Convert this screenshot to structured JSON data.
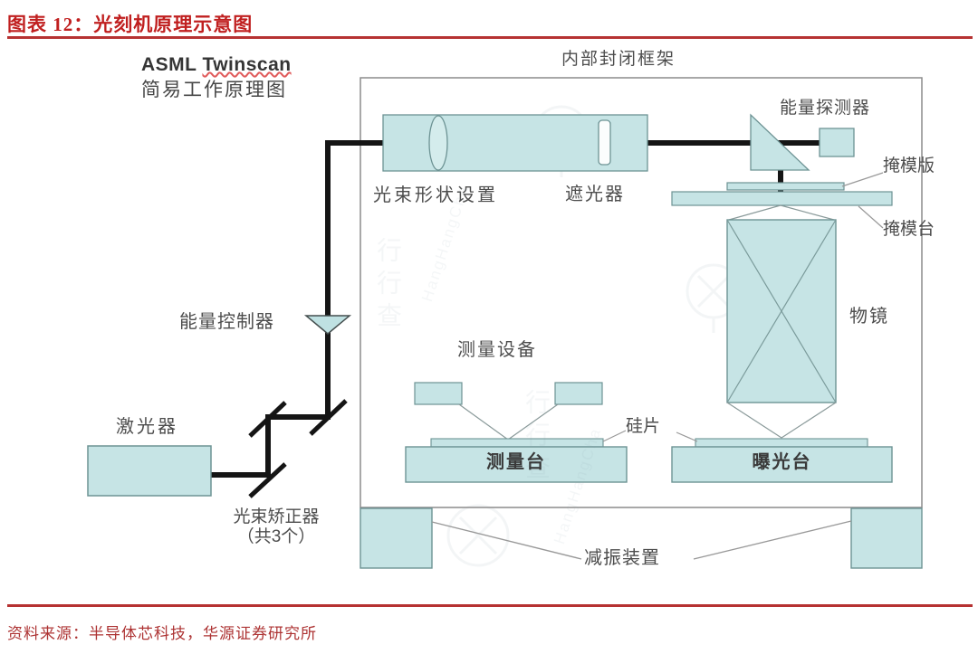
{
  "title": "图表 12：光刻机原理示意图",
  "source": "资料来源：半导体芯科技，华源证券研究所",
  "watermark": {
    "cn": "行行查",
    "en": "HangHangCha"
  },
  "colors": {
    "title_red": "#c01f1f",
    "rule_red": "#b63232",
    "source_red": "#ad3333",
    "device_fill": "#c6e4e5",
    "device_border": "#6d9394",
    "beam_black": "#151515",
    "label_gray": "#4d4d4d"
  },
  "diagram": {
    "subtitle1_a": "ASML ",
    "subtitle1_b": "Twinscan",
    "subtitle2": "简易工作原理图",
    "frame_label": "内部封闭框架",
    "beam_shaper": "光束形状设置",
    "shutter": "遮光器",
    "energy_detector": "能量探测器",
    "mask": "掩模版",
    "mask_stage": "掩模台",
    "objective": "物镜",
    "metrology": "测量设备",
    "wafer": "硅片",
    "measure_stage": "测量台",
    "expose_stage": "曝光台",
    "damper": "减振装置",
    "energy_controller": "能量控制器",
    "laser": "激光器",
    "beam_corrector": "光束矫正器",
    "beam_corrector_count": "（共3个）"
  }
}
